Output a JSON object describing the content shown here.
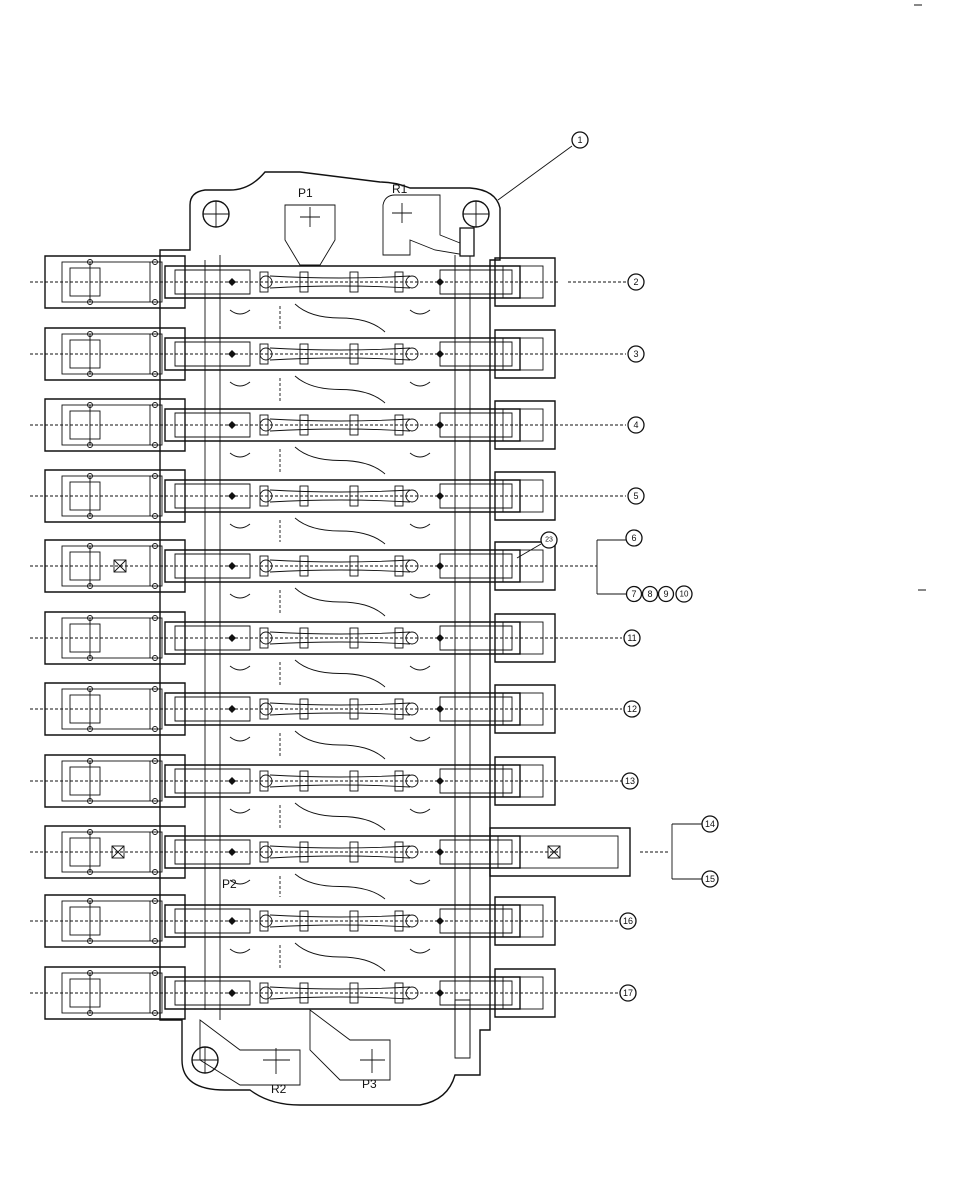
{
  "port_labels": {
    "p1": "P1",
    "r1": "R1",
    "p2": "P2",
    "r2": "R2",
    "p3": "P3"
  },
  "callouts": {
    "c1": "1",
    "c2": "2",
    "c3": "3",
    "c4": "4",
    "c5": "5",
    "c6": "6",
    "c7": "7",
    "c8": "8",
    "c9": "9",
    "c10": "10",
    "c11": "11",
    "c12": "12",
    "c13": "13",
    "c14": "14",
    "c15": "15",
    "c16": "16",
    "c17": "17",
    "c23": "23"
  }
}
